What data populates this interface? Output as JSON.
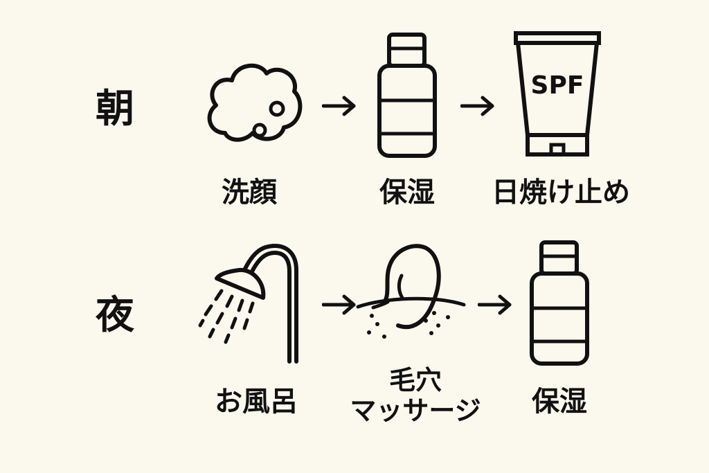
{
  "colors": {
    "background": "#fbf8ee",
    "ink": "#111111"
  },
  "morning": {
    "label": "朝",
    "steps": [
      {
        "icon": "foam-icon",
        "caption": "洗顔"
      },
      {
        "icon": "bottle-icon",
        "caption": "保湿"
      },
      {
        "icon": "sunscreen-tube-icon",
        "caption": "日焼け止め",
        "tube_text": "SPF"
      }
    ]
  },
  "night": {
    "label": "夜",
    "steps": [
      {
        "icon": "shower-icon",
        "caption": "お風呂"
      },
      {
        "icon": "hand-massage-icon",
        "caption_line1": "毛穴",
        "caption_line2": "マッサージ"
      },
      {
        "icon": "bottle-icon",
        "caption": "保湿"
      }
    ]
  }
}
